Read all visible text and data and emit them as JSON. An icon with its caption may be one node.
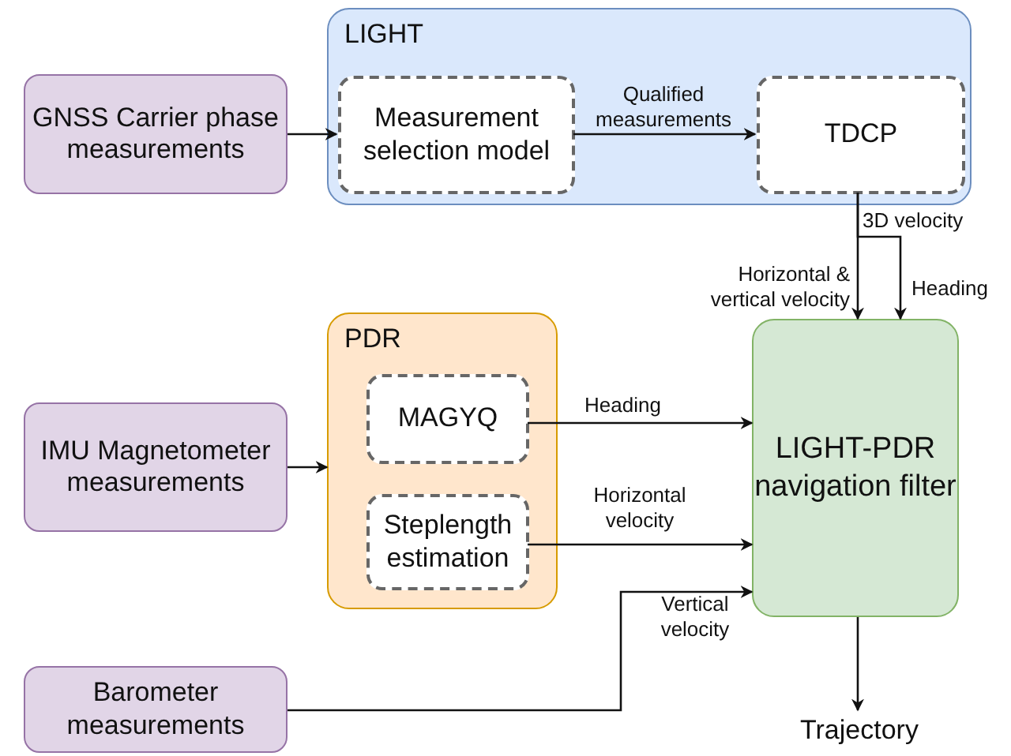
{
  "diagram": {
    "nodes": [
      {
        "text": [
          "GNSS Carrier phase measurements"
        ]
      },
      {
        "text": [
          "LIGHT"
        ]
      },
      {
        "text": [
          "Measurement selection model"
        ],
        "in": 1
      },
      {
        "text": [
          "TDCP"
        ],
        "in": 1
      },
      {
        "text": [
          "PDR"
        ]
      },
      {
        "text": [
          "MAGYQ"
        ],
        "in": 4
      },
      {
        "text": [
          "Steplength estimation"
        ],
        "in": 4
      },
      {
        "text": [
          "IMU Magnetometer measurements"
        ]
      },
      {
        "text": [
          "LIGHT-PDR navigation filter"
        ]
      },
      {
        "text": [
          "Barometer measurements"
        ]
      },
      {
        "text": [
          "Trajectory"
        ]
      }
    ],
    "edges": [
      {
        "from": 0,
        "to": 2,
        "arrow": "to"
      },
      {
        "from": 2,
        "to": 3,
        "arrow": "to",
        "label": "Qualified measurements"
      },
      {
        "from": 3,
        "to": 8,
        "arrow": "to",
        "label": "Horizontal & vertical velocity"
      },
      {
        "from": 3,
        "to": 8,
        "arrow": "to",
        "label": "Heading"
      },
      {
        "from": 7,
        "to": 4,
        "arrow": "to"
      },
      {
        "from": 5,
        "to": 8,
        "arrow": "to",
        "label": "Heading"
      },
      {
        "from": 6,
        "to": 8,
        "arrow": "to",
        "label": "Horizontal velocity"
      },
      {
        "from": 9,
        "to": 8,
        "arrow": "to",
        "label": "Vertical velocity"
      },
      {
        "from": 8,
        "to": 10,
        "arrow": "to"
      }
    ],
    "labels": [
      "3D velocity"
    ]
  }
}
